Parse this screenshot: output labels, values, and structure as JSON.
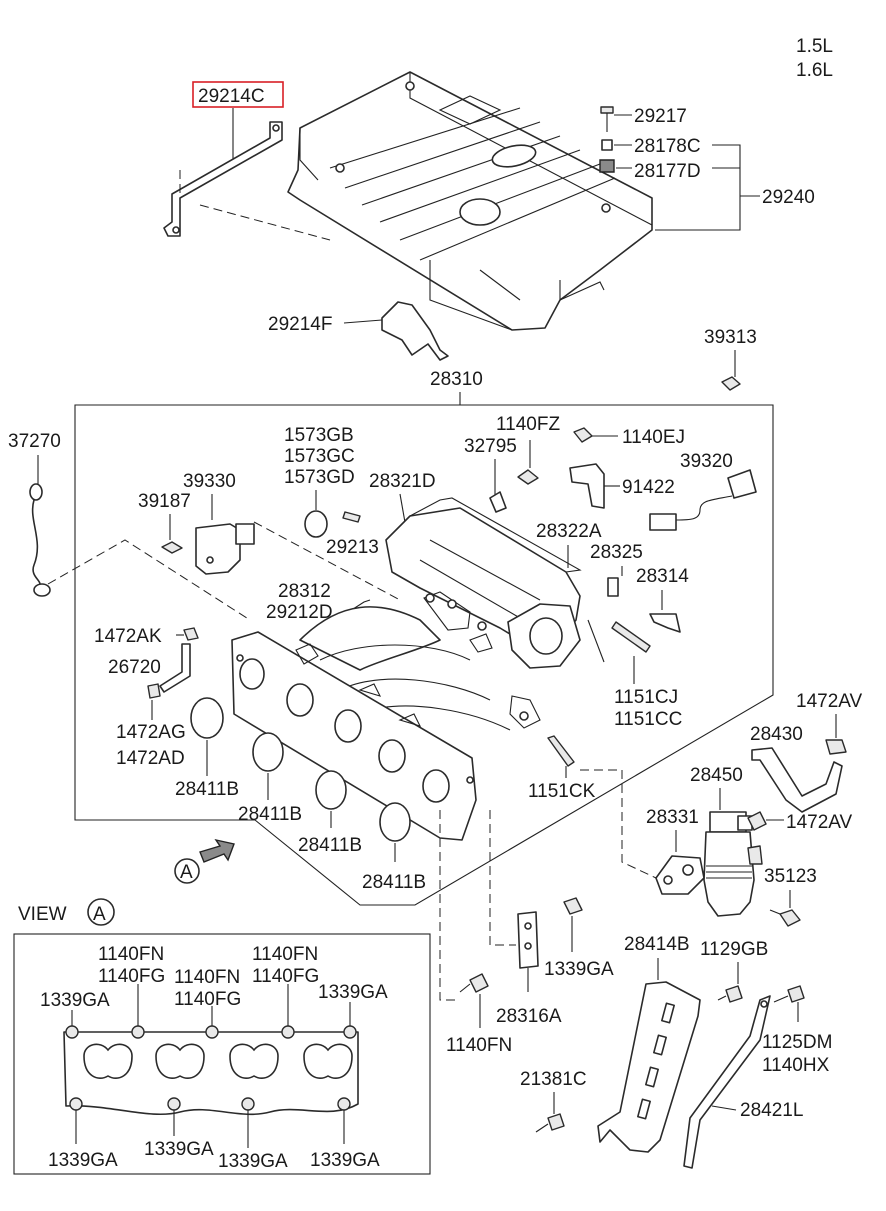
{
  "variants": [
    "1.5L",
    "1.6L"
  ],
  "highlighted_part": "29214C",
  "view_title": "VIEW",
  "view_marker": "A",
  "labels": {
    "p29214C": "29214C",
    "p29217": "29217",
    "p28178C": "28178C",
    "p28177D": "28177D",
    "p29240": "29240",
    "p29214F": "29214F",
    "p39313": "39313",
    "p28310": "28310",
    "p37270": "37270",
    "p1573GB": "1573GB",
    "p1573GC": "1573GC",
    "p1573GD": "1573GD",
    "p1140FZ": "1140FZ",
    "p1140EJ": "1140EJ",
    "p32795": "32795",
    "p39330": "39330",
    "p39187": "39187",
    "p28321D": "28321D",
    "p91422": "91422",
    "p39320": "39320",
    "p29213": "29213",
    "p28322A": "28322A",
    "p28325": "28325",
    "p28312": "28312",
    "p29212D": "29212D",
    "p28314": "28314",
    "p1472AK": "1472AK",
    "p26720": "26720",
    "p1472AG": "1472AG",
    "p1472AD": "1472AD",
    "p1151CJ": "1151CJ",
    "p1151CC": "1151CC",
    "p1472AV_a": "1472AV",
    "p28430": "28430",
    "p28450": "28450",
    "p1472AV_b": "1472AV",
    "p28411B_1": "28411B",
    "p28411B_2": "28411B",
    "p28411B_3": "28411B",
    "p28411B_4": "28411B",
    "p1151CK": "1151CK",
    "p28331": "28331",
    "p35123": "35123",
    "p28414B": "28414B",
    "p1129GB": "1129GB",
    "p1339GA_m": "1339GA",
    "p28316A": "28316A",
    "p1140FN_m": "1140FN",
    "p1125DM": "1125DM",
    "p1140HX": "1140HX",
    "p21381C": "21381C",
    "p28421L": "28421L"
  },
  "view_labels": {
    "tl": "1339GA",
    "fn1": "1140FN",
    "fg1": "1140FG",
    "fn2": "1140FN",
    "fg2": "1140FG",
    "fn3": "1140FN",
    "fg3": "1140FG",
    "tr": "1339GA",
    "b1": "1339GA",
    "b2": "1339GA",
    "b3": "1339GA",
    "b4": "1339GA"
  }
}
